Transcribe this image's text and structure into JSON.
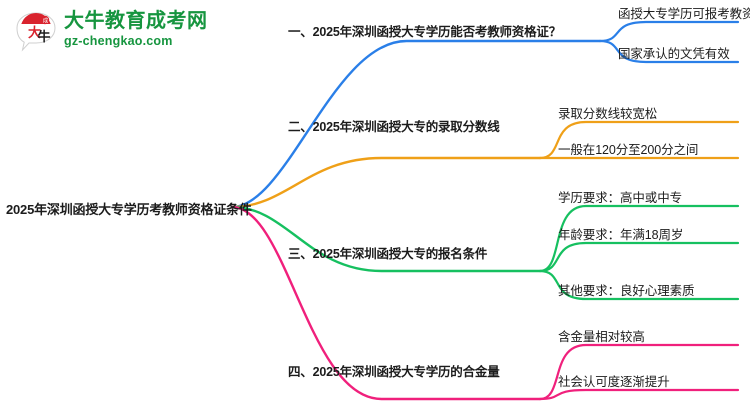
{
  "logo": {
    "mark_name": "daniu-speech-bubble-logo",
    "title": "大牛教育成考网",
    "subtitle": "gz-chengkao.com",
    "color": "#16953f",
    "mark_colors": {
      "bubble": "#ffffff",
      "top": "#d9232e",
      "text": "#d9232e"
    }
  },
  "mindmap": {
    "root": {
      "label": "2025年深圳函授大专学历考教师资格证条件"
    },
    "branches": [
      {
        "index": "1",
        "label": "一、2025年深圳函授大专学历能否考教师资格证？",
        "color": "#2a7fe8",
        "leaves": [
          {
            "label": "函授大专学历可报考教资"
          },
          {
            "label": "国家承认的文凭有效"
          }
        ]
      },
      {
        "index": "2",
        "label": "二、2025年深圳函授大专的录取分数线",
        "color": "#efa018",
        "leaves": [
          {
            "label": "录取分数线较宽松"
          },
          {
            "label": "一般在120分至200分之间"
          }
        ]
      },
      {
        "index": "3",
        "label": "三、2025年深圳函授大专的报名条件",
        "color": "#16c060",
        "leaves": [
          {
            "label": "学历要求：高中或中专"
          },
          {
            "label": "年龄要求：年满18周岁"
          },
          {
            "label": "其他要求：良好心理素质"
          }
        ]
      },
      {
        "index": "4",
        "label": "四、2025年深圳函授大专学历的合金量",
        "color": "#f0207c",
        "leaves": [
          {
            "label": "含金量相对较高"
          },
          {
            "label": "社会认可度逐渐提升"
          }
        ]
      }
    ]
  }
}
